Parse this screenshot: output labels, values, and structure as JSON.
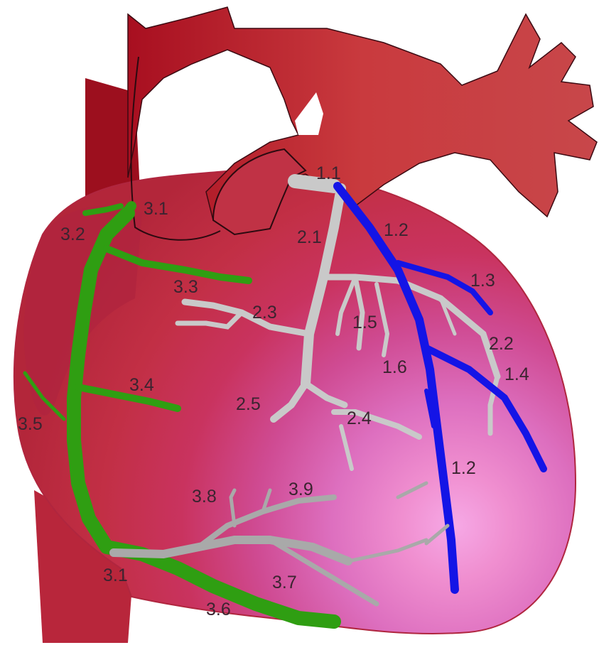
{
  "labels": {
    "l_1_1": "1.1",
    "l_1_2a": "1.2",
    "l_1_2b": "1.2",
    "l_1_3": "1.3",
    "l_1_4": "1.4",
    "l_1_5": "1.5",
    "l_1_6": "1.6",
    "l_2_1": "2.1",
    "l_2_2": "2.2",
    "l_2_3": "2.3",
    "l_2_4": "2.4",
    "l_2_5": "2.5",
    "l_3_1a": "3.1",
    "l_3_1b": "3.1",
    "l_3_2": "3.2",
    "l_3_3": "3.3",
    "l_3_4": "3.4",
    "l_3_5": "3.5",
    "l_3_6": "3.6",
    "l_3_7": "3.7",
    "l_3_8": "3.8",
    "l_3_9": "3.9"
  },
  "colors": {
    "left_coronary_branches": "#c9c9c9",
    "anterior_interventricular": "#1414e6",
    "right_coronary": "#2f9e12",
    "posterior_branches": "#a9a9a9",
    "aorta_dark": "#a3101e",
    "myocardium": "#c8335a",
    "apex": "#f29ad8"
  }
}
